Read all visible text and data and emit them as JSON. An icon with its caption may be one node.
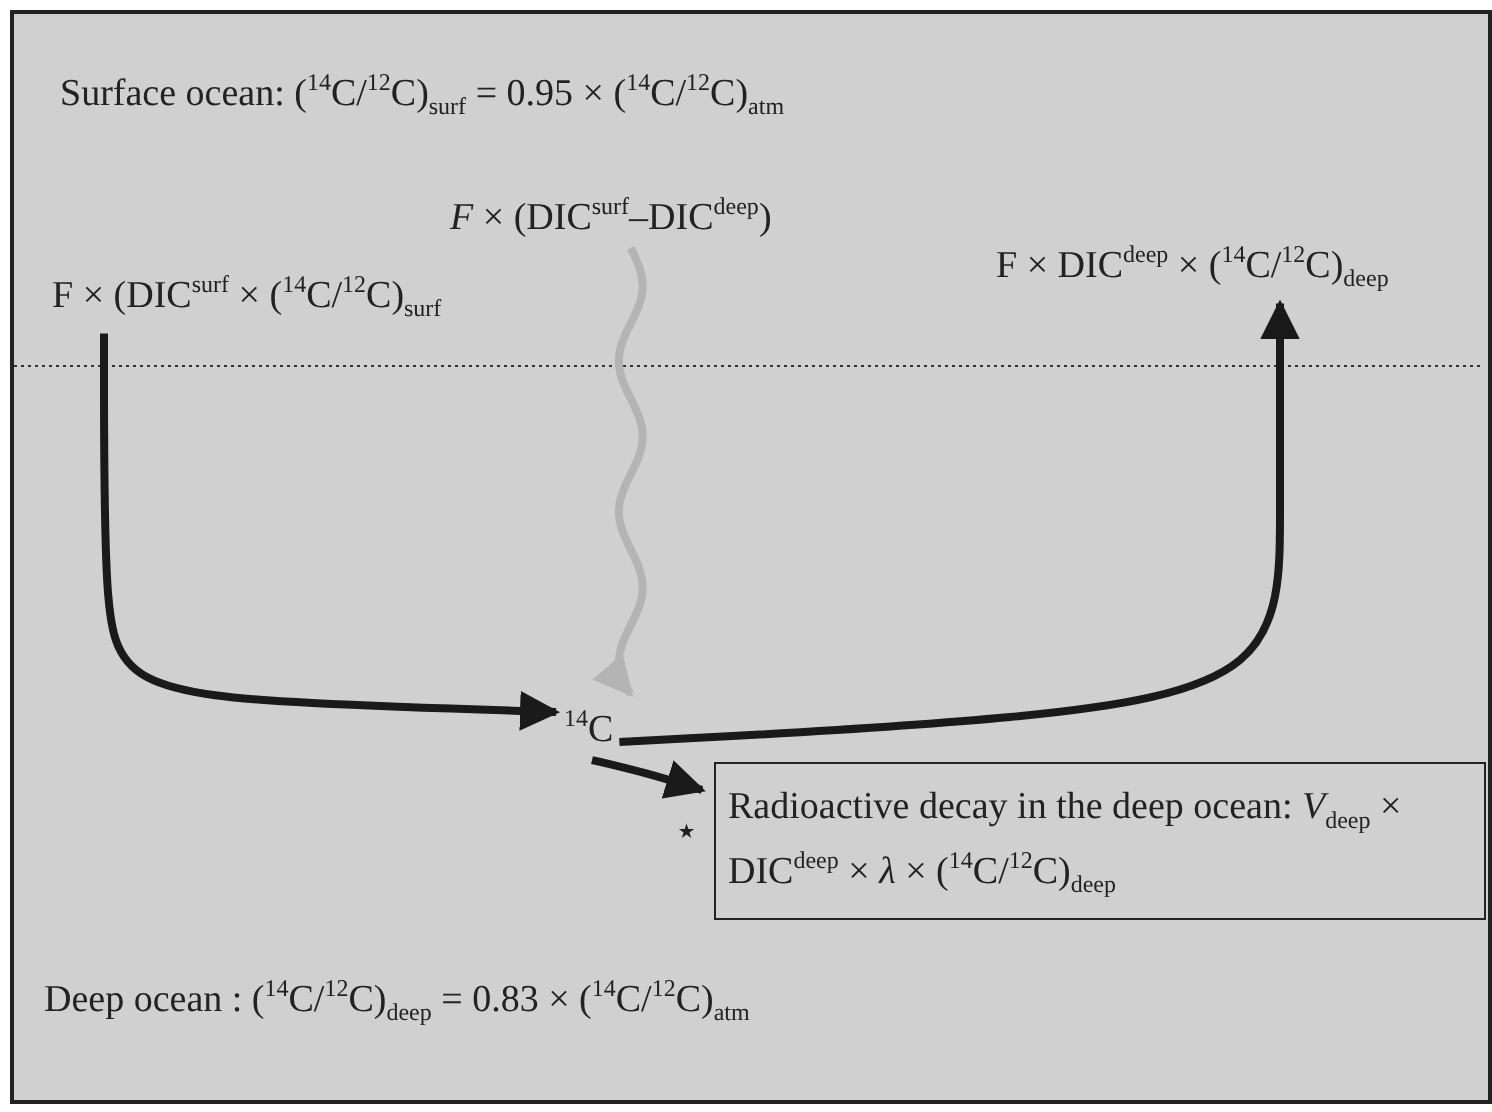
{
  "diagram": {
    "nodes": [
      {
        "text": [
          "F × (DIC$^{surf}$ × ($^{14}$C/$^{12}$C)$_{surf}$"
        ]
      },
      {
        "text": [
          "*F* × (DIC$^{surf}$–DIC$^{deep}$)"
        ]
      },
      {
        "text": [
          "F × DIC$^{deep}$ × ($^{14}$C/$^{12}$C)$_{deep}$"
        ]
      },
      {
        "text": [
          "$^{14}$C"
        ]
      },
      {
        "text": [
          "Radioactive decay in the deep ocean: *V*$_{deep}$ × DIC$^{deep}$ × *λ* × ($^{14}$C/$^{12}$C)$_{deep}$"
        ],
        "beside": [
          "⋆"
        ]
      }
    ],
    "edges": [
      {
        "from": 0,
        "to": 3,
        "arrow": "to"
      },
      {
        "from": 1,
        "to": 3,
        "arrow": "to",
        "color": "#b4b4b4"
      },
      {
        "from": 3,
        "to": 2,
        "arrow": "to"
      },
      {
        "from": 3,
        "to": 4,
        "arrow": "to"
      }
    ],
    "labels": [
      "Surface ocean: ($^{14}$C/$^{12}$C)$_{surf}$ = 0.95 × ($^{14}$C/$^{12}$C)$_{atm}$",
      "Deep ocean : ($^{14}$C/$^{12}$C)$_{deep}$ = 0.83 × ($^{14}$C/$^{12}$C)$_{atm}$"
    ]
  }
}
